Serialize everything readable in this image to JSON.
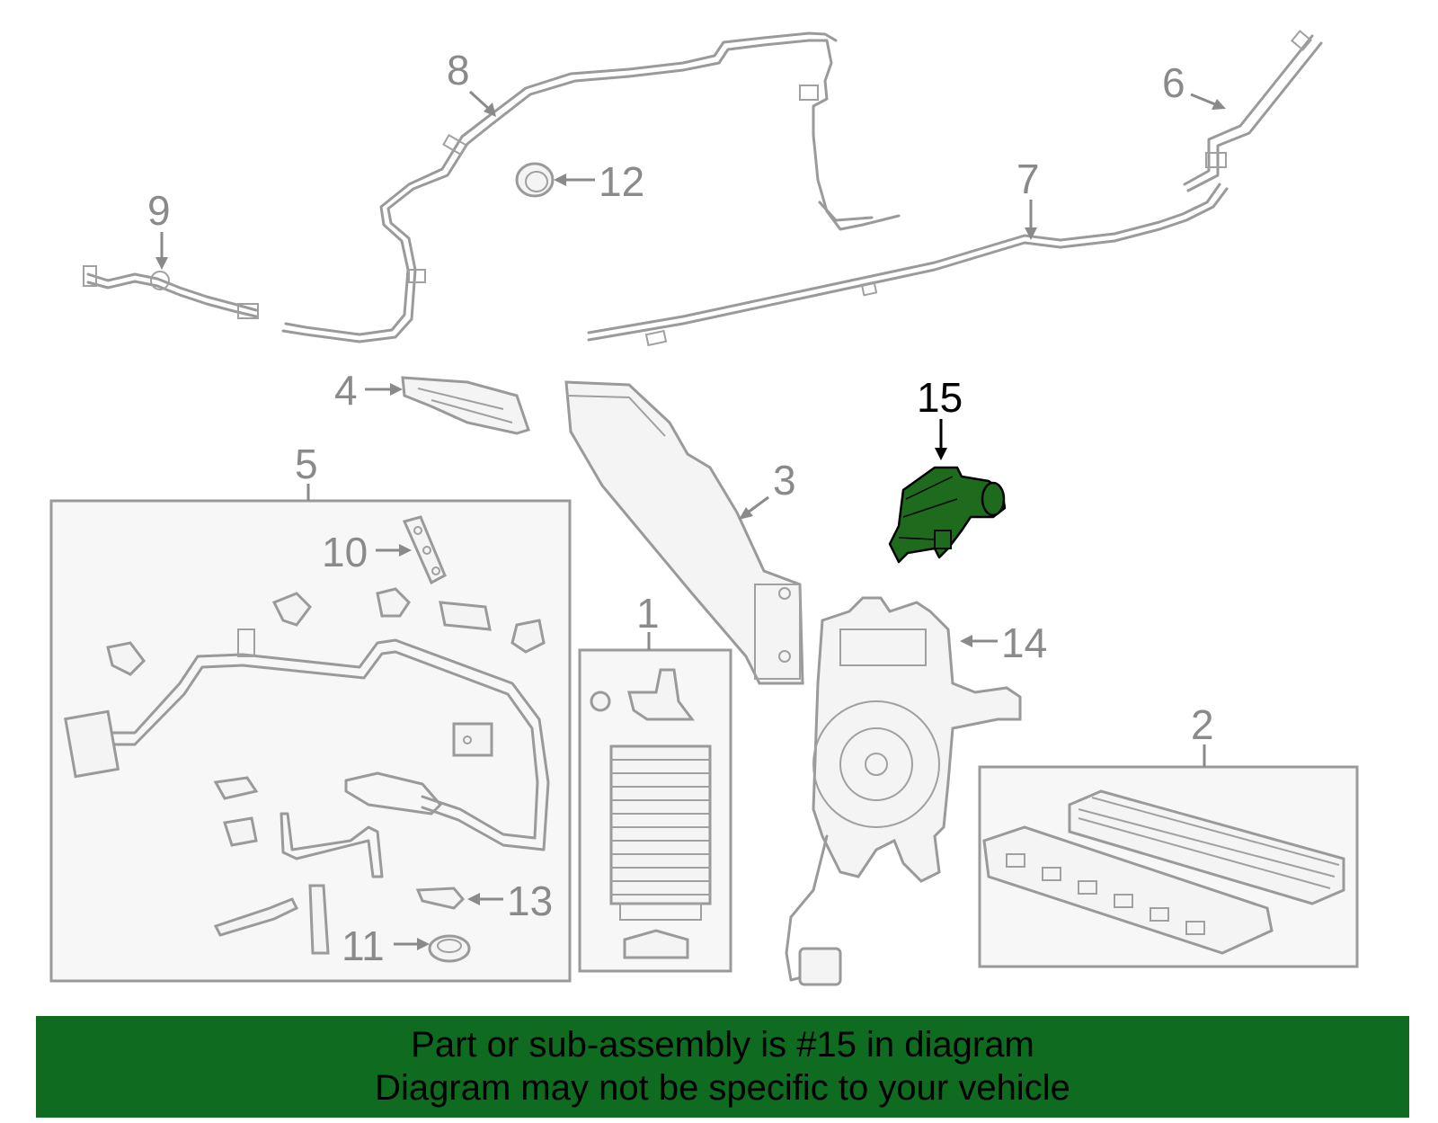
{
  "callouts": {
    "c1": "1",
    "c2": "2",
    "c3": "3",
    "c4": "4",
    "c5": "5",
    "c6": "6",
    "c7": "7",
    "c8": "8",
    "c9": "9",
    "c10": "10",
    "c11": "11",
    "c12": "12",
    "c13": "13",
    "c14": "14",
    "c15": "15"
  },
  "highlight_part": "15",
  "colors": {
    "banner": "#0f6b1f",
    "highlight_part": "#1e6b1e",
    "line_art": "#9a9a9a"
  },
  "banner": {
    "line1": "Part or sub-assembly is #15 in diagram",
    "line2": "Diagram may not be specific to your vehicle"
  }
}
